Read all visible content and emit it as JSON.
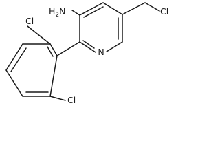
{
  "molecule": {
    "labels": {
      "amine": "H2N",
      "amine_main": "H",
      "amine_sub": "2",
      "amine_tail": "N",
      "ring_nitrogen": "N",
      "chloromethyl_cl": "Cl",
      "aryl_cl_top": "Cl",
      "aryl_cl_bottom": "Cl"
    },
    "colors": {
      "bond": "#1a1a1a",
      "label": "#1a1a1a",
      "background": "#ffffff"
    }
  }
}
